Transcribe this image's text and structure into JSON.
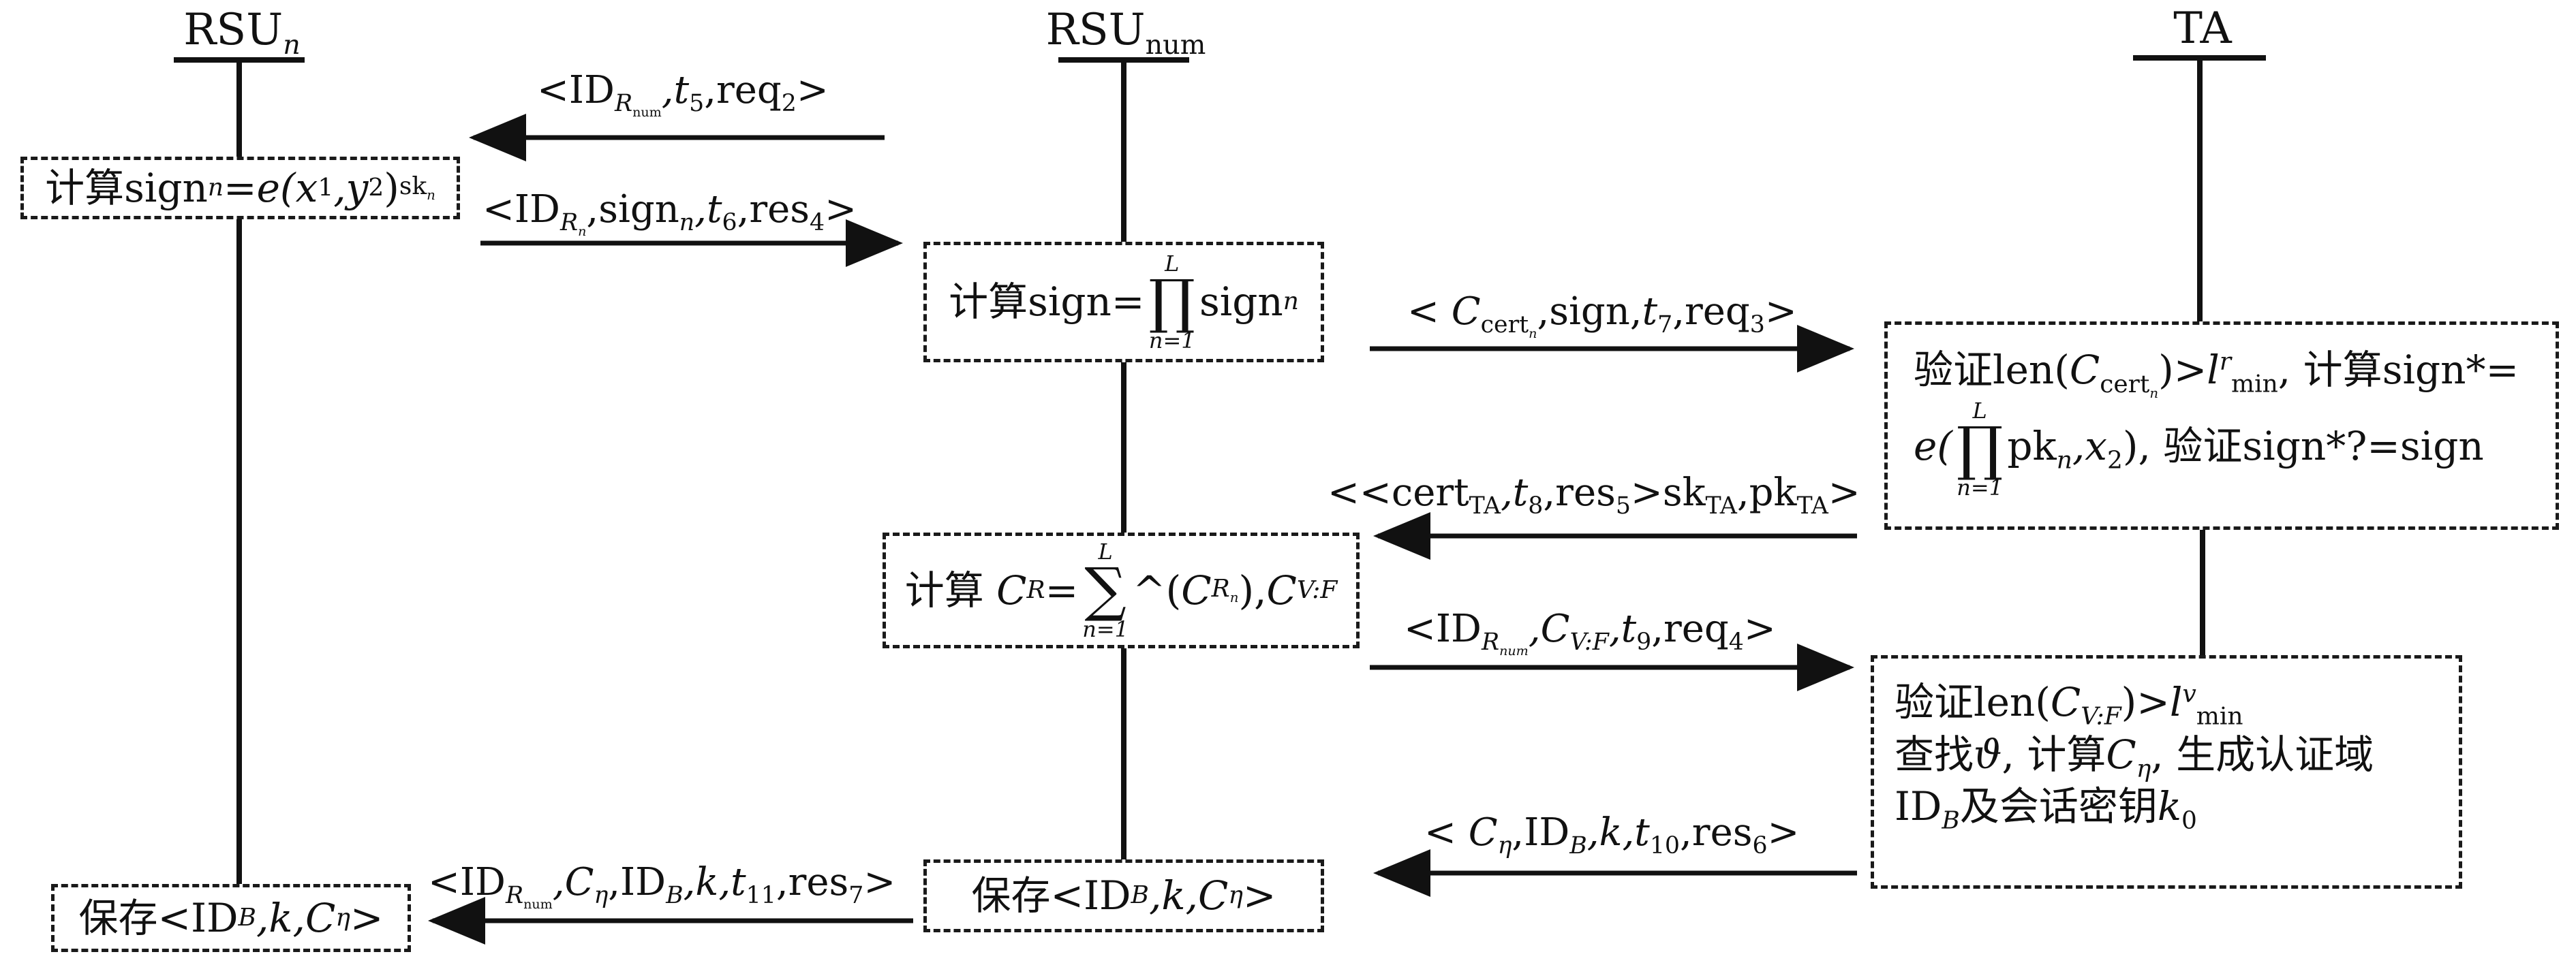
{
  "entities": {
    "rsu_n": {
      "base": "RSU",
      "sub": "n"
    },
    "rsu_num": {
      "base": "RSU",
      "sub": "num"
    },
    "ta": {
      "label": "TA"
    }
  },
  "boxes": {
    "b1": {
      "prefix": "计算",
      "text": "sign",
      "sub": "n",
      "eq": "=",
      "func": "e(x",
      "x_sub": "1",
      "mid": ",y",
      "y_sub": "2",
      "close": ")",
      "sup": "sk",
      "sup_sub": "n"
    },
    "b2": {
      "prefix": "计算",
      "text": "sign=",
      "op_top": "L",
      "op": "∏",
      "op_bot": "n=1",
      "tail": "sign",
      "tail_sub": "n"
    },
    "b3": {
      "line1": {
        "prefix": "验证",
        "func": "len(",
        "c": "C",
        "c_sub": "cert",
        "c_subsub": "n",
        "rest": ")>",
        "l": "l",
        "l_sup": "r",
        "l_sub": "min",
        "sep": ", ",
        "calc": "计算",
        "calc_text": "sign*="
      },
      "line2": {
        "head": "e(",
        "op_top": "L",
        "op": "∏",
        "op_bot": "n=1",
        "pk": "pk",
        "pk_sub": "n",
        "tail": ",x",
        "x_sub": "2",
        "close": "), ",
        "verify": "验证",
        "verify_text": "sign*?=sign"
      }
    },
    "b4": {
      "prefix": "计算",
      "c": "C",
      "c_sub": "R",
      "eq": "=",
      "op_top": "L",
      "op": "∑",
      "op_bot": "n=1",
      "hat": "^(",
      "cr": "C",
      "cr_sub": "R",
      "cr_subsub": "n",
      "mid": "),",
      "cv": "C",
      "cv_sub": "V:F"
    },
    "b5": {
      "line1": {
        "prefix": "验证",
        "func": "len(",
        "c": "C",
        "c_sub": "V:F",
        "rest": ")>",
        "l": "l",
        "l_sup": "v",
        "l_sub": "min"
      },
      "line2": {
        "prefix": "查找",
        "theta": "ϑ",
        "sep": ", 计算",
        "c": "C",
        "c_sub": "η",
        "tail": ", 生成认证域"
      },
      "line3": {
        "id": "ID",
        "id_sub": "B",
        "mid": "及会话密钥",
        "k": "k",
        "k_sub": "0"
      }
    },
    "b6": {
      "prefix": "保存",
      "lt": "<",
      "id": "ID",
      "id_sub": "B",
      "k": ",k,",
      "c": "C",
      "c_sub": "η",
      "gt": ">"
    },
    "b7": {
      "prefix": "保存",
      "lt": "<",
      "id": "ID",
      "id_sub": "B",
      "k": ",k,",
      "c": "C",
      "c_sub": "η",
      "gt": ">"
    }
  },
  "messages": {
    "m1": {
      "open": "<",
      "id": "ID",
      "id_sub": "R",
      "id_subsub": "num",
      "t": ",t",
      "t_sub": "5",
      "req": ",req",
      "req_sub": "2",
      "close": ">"
    },
    "m2": {
      "open": "<",
      "id": "ID",
      "id_sub": "R",
      "id_subsub": "n",
      "sign": ",sign",
      "sign_sub": "n",
      "t": ",t",
      "t_sub": "6",
      "res": ",res",
      "res_sub": "4",
      "close": ">"
    },
    "m3": {
      "open": "< ",
      "c": "C",
      "c_sub": "cert",
      "c_subsub": "n",
      "sign": ",sign,",
      "t": "t",
      "t_sub": "7",
      "req": ",req",
      "req_sub": "3",
      "close": ">"
    },
    "m4": {
      "open": "<<",
      "cert": "cert",
      "cert_sub": "TA",
      "t": ",t",
      "t_sub": "8",
      "res": ",res",
      "res_sub": "5",
      "mid": ">sk",
      "sk_sub": "TA",
      "pk": ",pk",
      "pk_sub": "TA",
      "close": ">"
    },
    "m5": {
      "open": "<",
      "id": "ID",
      "id_sub": "R",
      "id_subsub": "num",
      "c": ",C",
      "c_sub": "V:F",
      "t": ",t",
      "t_sub": "9",
      "req": ",req",
      "req_sub": "4",
      "close": ">"
    },
    "m6": {
      "open": "< ",
      "c": "C",
      "c_sub": "η",
      "id": ",ID",
      "id_sub": "B",
      "k": ",k,",
      "t": "t",
      "t_sub": "10",
      "res": ",res",
      "res_sub": "6",
      "close": ">"
    },
    "m7": {
      "open": "<",
      "id": "ID",
      "id_sub": "R",
      "id_subsub": "num",
      "c": ",C",
      "c_sub": "η",
      "id2": ",ID",
      "id2_sub": "B",
      "k": ",k,",
      "t": "t",
      "t_sub": "11",
      "res": ",res",
      "res_sub": "7",
      "close": ">"
    }
  }
}
